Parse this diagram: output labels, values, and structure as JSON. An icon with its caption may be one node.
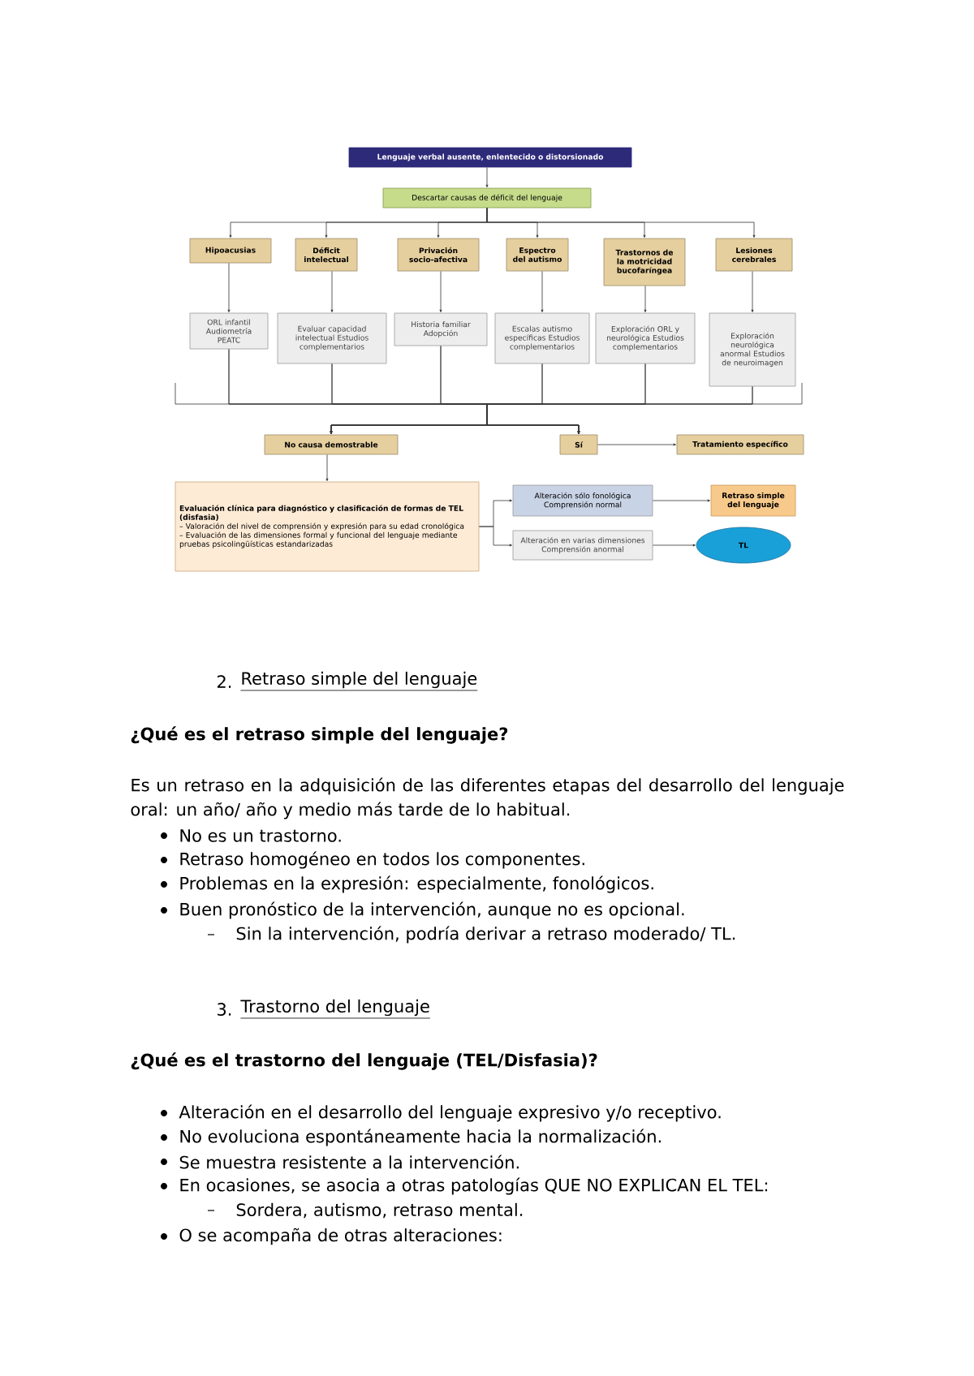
{
  "diagram": {
    "nodes": [
      {
        "text": [
          "Lenguaje verbal ausente, enlentecido o distorsionado"
        ]
      },
      {
        "text": [
          "Descartar causas de déficit del lenguaje"
        ]
      },
      {
        "text": [
          "Hipoacusias"
        ]
      },
      {
        "text": [
          "Déficit intelectual"
        ]
      },
      {
        "text": [
          "Privación socio-afectiva"
        ]
      },
      {
        "text": [
          "Espectro del autismo"
        ]
      },
      {
        "text": [
          "Trastornos de la motricidad bucofaríngea"
        ]
      },
      {
        "text": [
          "Lesiones cerebrales"
        ]
      },
      {
        "text": [
          "ORL infantil Audiometría PEATC"
        ]
      },
      {
        "text": [
          "Evaluar capacidad intelectual Estudios complementarios"
        ]
      },
      {
        "text": [
          "Historia familiar Adopción"
        ]
      },
      {
        "text": [
          "Escalas autismo específicas Estudios complementarios"
        ]
      },
      {
        "text": [
          "Exploración ORL y neurológica Estudios complementarios"
        ]
      },
      {
        "text": [
          "Exploración neurológica anormal Estudios de neuroimagen"
        ]
      },
      {
        "text": [
          "No causa demostrable"
        ]
      },
      {
        "text": [
          "Sí"
        ]
      },
      {
        "text": [
          "Tratamiento específico"
        ]
      },
      {
        "text": [
          "Evaluación clínica para diagnóstico y clasificación de formas de TEL (disfasia)",
          "– Valoración del nivel de comprensión y expresión para su edad cronológica",
          "– Evaluación de las dimensiones formal y funcional del lenguaje mediante pruebas psicolingüísticas estandarizadas"
        ]
      },
      {
        "text": [
          "Alteración sólo fonológica Comprensión normal"
        ]
      },
      {
        "text": [
          "Alteración en varias dimensiones Comprensión anormal"
        ]
      },
      {
        "text": [
          "Retraso simple del lenguaje"
        ]
      },
      {
        "text": [
          "TL"
        ]
      }
    ],
    "edges": [
      {
        "from": 0,
        "to": 1,
        "arrow": "to"
      },
      {
        "from": 1,
        "to": 2,
        "arrow": "to"
      },
      {
        "from": 1,
        "to": 3,
        "arrow": "to"
      },
      {
        "from": 1,
        "to": 4,
        "arrow": "to"
      },
      {
        "from": 1,
        "to": 5,
        "arrow": "to"
      },
      {
        "from": 1,
        "to": 6,
        "arrow": "to"
      },
      {
        "from": 1,
        "to": 7,
        "arrow": "to"
      },
      {
        "from": 2,
        "to": 8,
        "arrow": "to"
      },
      {
        "from": 3,
        "to": 9,
        "arrow": "to"
      },
      {
        "from": 4,
        "to": 10,
        "arrow": "to"
      },
      {
        "from": 5,
        "to": 11,
        "arrow": "to"
      },
      {
        "from": 6,
        "to": 12,
        "arrow": "to"
      },
      {
        "from": 7,
        "to": 13,
        "arrow": "to"
      },
      {
        "from": 8,
        "to": 14,
        "arrow": "to"
      },
      {
        "from": 8,
        "to": 15,
        "arrow": "to"
      },
      {
        "from": 9,
        "to": 14,
        "arrow": "to"
      },
      {
        "from": 9,
        "to": 15,
        "arrow": "to"
      },
      {
        "from": 10,
        "to": 14,
        "arrow": "to"
      },
      {
        "from": 10,
        "to": 15,
        "arrow": "to"
      },
      {
        "from": 11,
        "to": 14,
        "arrow": "to"
      },
      {
        "from": 11,
        "to": 15,
        "arrow": "to"
      },
      {
        "from": 12,
        "to": 14,
        "arrow": "to"
      },
      {
        "from": 12,
        "to": 15,
        "arrow": "to"
      },
      {
        "from": 13,
        "to": 14,
        "arrow": "to"
      },
      {
        "from": 13,
        "to": 15,
        "arrow": "to"
      },
      {
        "from": 15,
        "to": 16,
        "arrow": "to"
      },
      {
        "from": 14,
        "to": 17,
        "arrow": "to"
      },
      {
        "from": 17,
        "to": 18,
        "arrow": "to"
      },
      {
        "from": 17,
        "to": 19,
        "arrow": "to"
      },
      {
        "from": 18,
        "to": 20,
        "arrow": "to"
      },
      {
        "from": 19,
        "to": 21,
        "arrow": "to"
      }
    ],
    "labels": [
      "2.",
      "Retraso simple del lenguaje",
      "¿Qué es el retraso simple del lenguaje?",
      "Es un retraso en la adquisición de las diferentes etapas del desarrollo del lenguaje oral: un año/ año y medio más tarde de lo habitual.",
      "No es un trastorno.",
      "Retraso homogéneo en todos los componentes.",
      "Problemas en la expresión: especialmente, fonológicos.",
      "Buen pronóstico de la intervención, aunque no es opcional.",
      "Sin la intervención, podría derivar a retraso moderado/ TL.",
      "3.",
      "Trastorno del lenguaje",
      "¿Qué es el trastorno del lenguaje (TEL/Disfasia)?",
      "Alteración en el desarrollo del lenguaje expresivo y/o receptivo.",
      "No evoluciona espontáneamente hacia la normalización.",
      "Se muestra resistente a la intervención.",
      "En ocasiones, se asocia a otras patologías QUE NO EXPLICAN EL TEL:",
      "Sordera, autismo, retraso mental.",
      "O se acompaña de otras alteraciones:"
    ]
  }
}
